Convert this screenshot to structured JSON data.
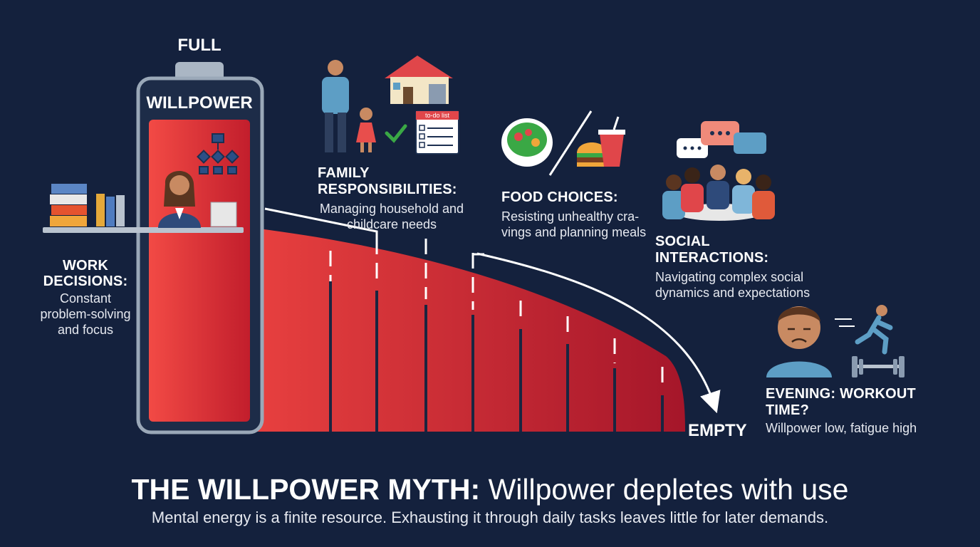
{
  "battery": {
    "full_label": "FULL",
    "title": "WILLPOWER",
    "empty_label": "EMPTY"
  },
  "work": {
    "heading": "WORK\nDECISIONS:",
    "description": "Constant\nproblem-solving\nand focus"
  },
  "family": {
    "heading": "FAMILY RESPONSIBILITIES:",
    "description": "Managing household and\nchildcare needs",
    "todo_label": "to-do list"
  },
  "food": {
    "heading": "FOOD CHOICES:",
    "description": "Resisting unhealthy cra-\nvings and planning meals"
  },
  "social": {
    "heading": "SOCIAL INTERACTIONS:",
    "description": "Navigating complex social\ndynamics and expectations"
  },
  "evening": {
    "heading": "EVENING: WORKOUT TIME?",
    "description": "Willpower low, fatigue high"
  },
  "footer": {
    "title_bold": "THE WILLPOWER MYTH:",
    "title_rest": " Willpower depletes with use",
    "subtitle": "Mental energy is a finite resource. Exhausting it through daily tasks leaves little for later demands."
  },
  "colors": {
    "background": "#14213d",
    "battery_red": "#e03a3e",
    "battery_frame": "#9aa8b8",
    "accent_green": "#3aa845"
  },
  "icons": [
    "office-worker-icon",
    "org-chart-icon",
    "binders-icon",
    "family-icon",
    "house-icon",
    "todo-list-icon",
    "checkmark-icon",
    "salad-icon",
    "junk-food-icon",
    "meeting-icon",
    "speech-bubbles-icon",
    "tired-person-icon",
    "runner-icon",
    "dumbbell-icon",
    "arrow-icon"
  ]
}
